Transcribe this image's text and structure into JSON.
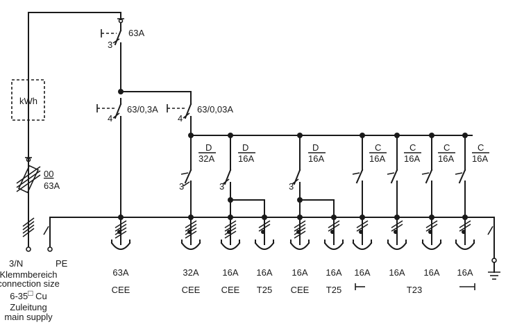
{
  "supply": {
    "main_switch": {
      "poles": "3",
      "rating": "63A"
    },
    "meter": "kWh",
    "fuse": {
      "type": "00",
      "rating": "63A"
    },
    "terminal_n": "3/N",
    "terminal_pe": "PE",
    "notes": {
      "line1": "Klemmbereich",
      "line2": "connection size",
      "line3": "6-35",
      "line3_sup": "□",
      "line3_end": " Cu",
      "line4": "Zuleitung",
      "line5": "main supply"
    }
  },
  "rcds": [
    {
      "poles": "4",
      "rating": "63/0,3A"
    },
    {
      "poles": "4",
      "rating": "63/0,03A"
    }
  ],
  "mcbs": [
    {
      "char": "D",
      "rating": "32A"
    },
    {
      "char": "D",
      "rating": "16A"
    },
    {
      "char": "D",
      "rating": "16A"
    },
    {
      "char": "C",
      "rating": "16A"
    },
    {
      "char": "C",
      "rating": "16A"
    },
    {
      "char": "C",
      "rating": "16A"
    },
    {
      "char": "C",
      "rating": "16A"
    }
  ],
  "sub_switch_poles": [
    "3",
    "3",
    "3"
  ],
  "outlets": [
    {
      "rating": "63A",
      "type": "CEE"
    },
    {
      "rating": "32A",
      "type": "CEE"
    },
    {
      "rating": "16A",
      "type": "CEE"
    },
    {
      "rating": "16A",
      "type": "T25"
    },
    {
      "rating": "16A",
      "type": "CEE"
    },
    {
      "rating": "16A",
      "type": "T25"
    },
    {
      "rating": "16A"
    },
    {
      "rating": "16A"
    },
    {
      "rating": "16A"
    },
    {
      "rating": "16A"
    }
  ],
  "t23_group_label": "T23"
}
